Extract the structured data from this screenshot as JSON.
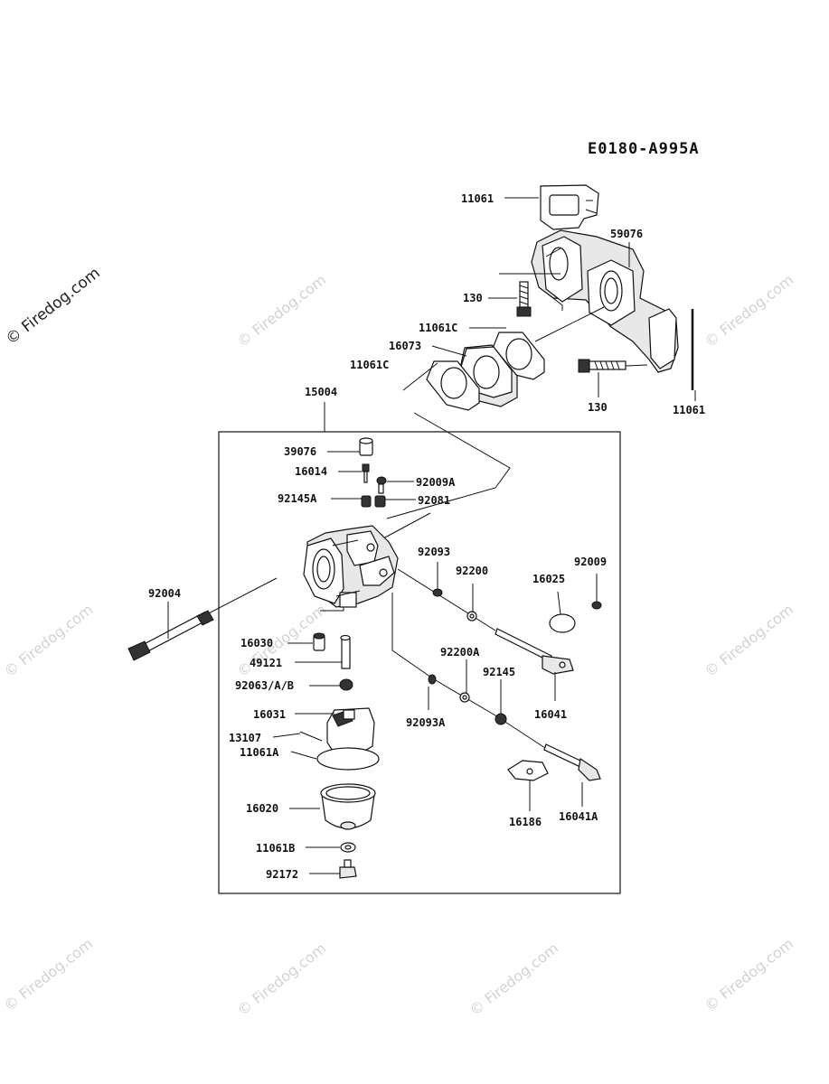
{
  "diagram_code": "E0180-A995A",
  "watermark_primary": "© Firedog.com",
  "watermark_faint": "© Firedog.com",
  "parts": {
    "p11061_top": "11061",
    "p59076": "59076",
    "p130_a": "130",
    "p11061c_a": "11061C",
    "p16073": "16073",
    "p11061c_b": "11061C",
    "p130_b": "130",
    "p11061_right": "11061",
    "p15004": "15004",
    "p39076": "39076",
    "p16014": "16014",
    "p92009a": "92009A",
    "p92145a": "92145A",
    "p92081": "92081",
    "p92093": "92093",
    "p92200": "92200",
    "p16025": "16025",
    "p92009": "92009",
    "p92004": "92004",
    "p16030": "16030",
    "p49121": "49121",
    "p92063": "92063/A/B",
    "p92200a": "92200A",
    "p92145": "92145",
    "p16041": "16041",
    "p16031": "16031",
    "p13107": "13107",
    "p11061a": "11061A",
    "p92093a": "92093A",
    "p16020": "16020",
    "p16186": "16186",
    "p16041a": "16041A",
    "p11061b": "11061B",
    "p92172": "92172"
  }
}
